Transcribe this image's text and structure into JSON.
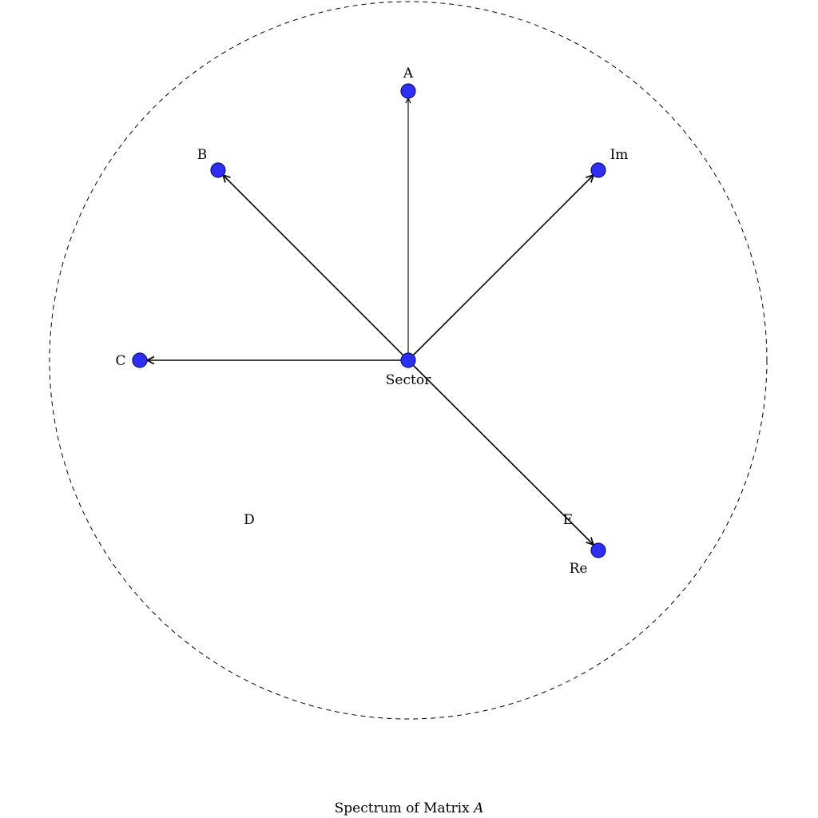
{
  "diagram": {
    "caption_text": "Spectrum of Matrix",
    "caption_var": "A",
    "center_label": "Sector",
    "nodes": {
      "a": "A",
      "b": "B",
      "c": "C",
      "im": "Im",
      "re": "Re"
    },
    "free_labels": {
      "d": "D",
      "e": "E"
    },
    "colors": {
      "node_fill": "#2e2ef5",
      "node_stroke": "#10107a"
    }
  }
}
